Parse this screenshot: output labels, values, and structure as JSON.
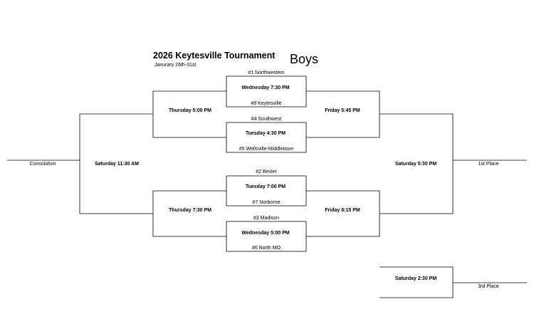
{
  "header": {
    "title": "2026 Keytesville Tournament",
    "dates": "Janurary 26th-31st",
    "division": "Boys"
  },
  "teams": {
    "seed1": "#1 Northwestern",
    "seed8": "#8 Keytesville",
    "seed4": "#4 Southwest",
    "seed5": "#5 Wellsville-Middletown",
    "seed2": "#2 Bevier",
    "seed7": "#7 Norborne",
    "seed3": "#3 Madison",
    "seed6": "#6 North MO"
  },
  "games": {
    "r1_top1": "Wednesday 7:30 PM",
    "r1_top2": "Tuesday 4:30 PM",
    "r1_bot1": "Tuesday 7:00 PM",
    "r1_bot2": "Wednesday 5:00 PM",
    "cons_top": "Thursday 5:00 PM",
    "cons_bot": "Thursday 7:30 PM",
    "consolation_final": "Saturday 11:30 AM",
    "semi_top": "Friday 5:45 PM",
    "semi_bot": "Friday 8:15 PM",
    "championship": "Saturday 5:30 PM",
    "third_place_game": "Saturday 2:30 PM"
  },
  "places": {
    "consolation": "Consolation",
    "first": "1st Place",
    "third": "3rd Place"
  }
}
